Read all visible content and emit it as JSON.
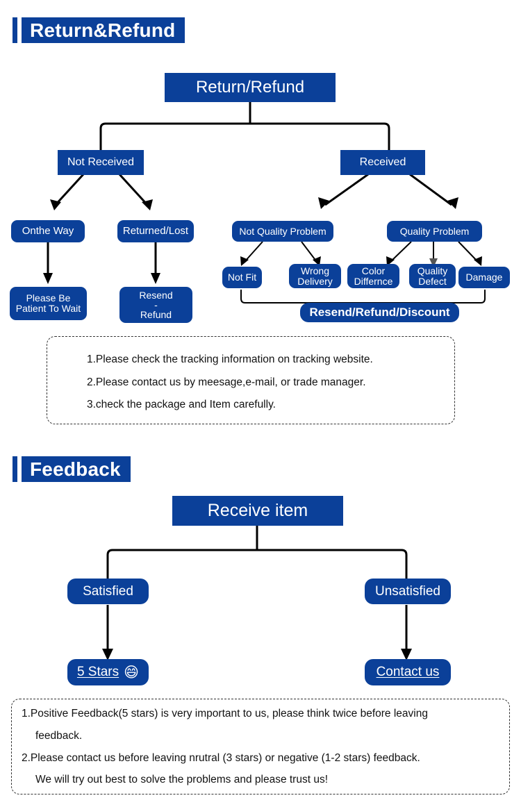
{
  "theme": {
    "brand_blue": "#0b4099",
    "line_black": "#000000",
    "text_white": "#ffffff",
    "note_border": "#333333"
  },
  "sections": {
    "return_refund": {
      "header": "Return&Refund",
      "root": "Return/Refund",
      "level1": {
        "left": "Not Received",
        "right": "Received"
      },
      "not_received_children": {
        "left": "Onthe Way",
        "right": "Returned/Lost"
      },
      "not_received_leaves": {
        "left": "Please Be\nPatient To Wait",
        "left_l1": "Please Be",
        "left_l2": "Patient To Wait",
        "right_l1": "Resend",
        "right_l2": "-",
        "right_l3": "Refund"
      },
      "received_children": {
        "left": "Not Quality Problem",
        "right": "Quality Problem"
      },
      "not_quality_leaves": [
        {
          "label": "Not Fit",
          "l1": "Not Fit",
          "l2": ""
        },
        {
          "label": "Wrong Delivery",
          "l1": "Wrong",
          "l2": "Delivery"
        }
      ],
      "quality_leaves": [
        {
          "label": "Color Differnce",
          "l1": "Color",
          "l2": "Differnce"
        },
        {
          "label": "Quality Defect",
          "l1": "Quality",
          "l2": "Defect"
        },
        {
          "label": "Damage",
          "l1": "Damage",
          "l2": ""
        }
      ],
      "outcome": "Resend/Refund/Discount",
      "note": [
        "1.Please check the tracking information on tracking website.",
        "2.Please contact us by meesage,e-mail, or trade manager.",
        "3.check the package and Item carefully."
      ]
    },
    "feedback": {
      "header": "Feedback",
      "root": "Receive item",
      "branches": {
        "left": "Satisfied",
        "right": "Unsatisfied"
      },
      "leaves": {
        "left": "5 Stars",
        "left_emoji": "😄",
        "right": "Contact us"
      },
      "note": [
        "1.Positive Feedback(5 stars) is very important to us, please think twice before leaving",
        "feedback.",
        "2.Please contact us before leaving nrutral (3 stars) or  negative (1-2 stars) feedback.",
        "We will try out best to solve the problems and please trust us!"
      ]
    }
  }
}
